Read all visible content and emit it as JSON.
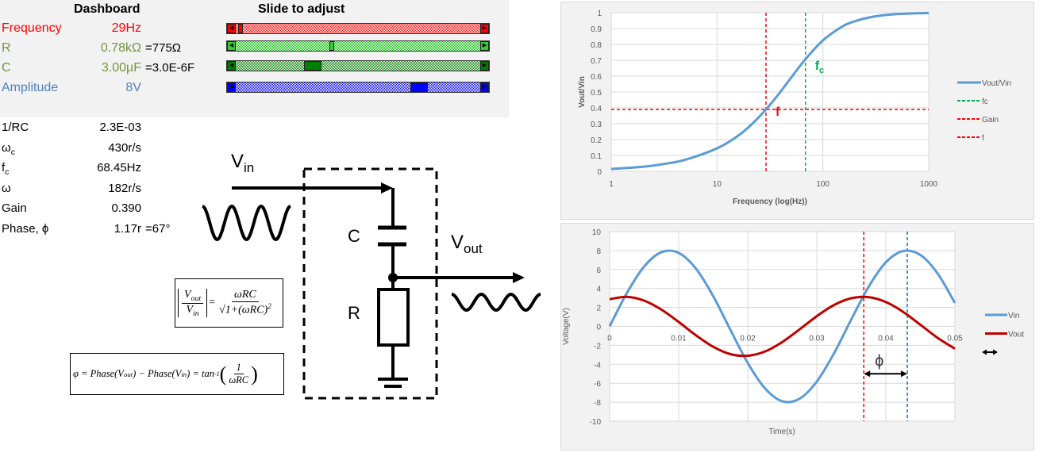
{
  "dashboard": {
    "title": "Dashboard",
    "slider_title": "Slide to adjust",
    "rows": [
      {
        "label": "Frequency",
        "value": "29Hz",
        "extra": "",
        "color": "#ff0000",
        "slider_fraction": 0.01,
        "track": "#ff0000",
        "thumb": "#ff0000"
      },
      {
        "label": "R",
        "value": "0.78kΩ",
        "extra": "=775Ω",
        "color": "#76923c",
        "slider_fraction": 0.39,
        "track": "#00c000",
        "thumb": "#33cc33"
      },
      {
        "label": "C",
        "value": "3.00µF",
        "extra": "=3.0E-6F",
        "color": "#76923c",
        "slider_fraction": 0.3,
        "track": "#008000",
        "thumb": "#008000"
      },
      {
        "label": "Amplitude",
        "value": "8V",
        "extra": "",
        "color": "#4f81bd",
        "slider_fraction": 0.77,
        "track": "#0000ff",
        "thumb": "#0000ff"
      }
    ]
  },
  "params": [
    {
      "label": "1/RC",
      "sub": "",
      "value": "2.3E-03",
      "extra": ""
    },
    {
      "label": "ω",
      "sub": "c",
      "value": "430r/s",
      "extra": ""
    },
    {
      "label": "f",
      "sub": "c",
      "value": "68.45Hz",
      "extra": ""
    },
    {
      "label": "ω",
      "sub": "",
      "value": "182r/s",
      "extra": ""
    },
    {
      "label": "Gain",
      "sub": "",
      "value": "0.390",
      "extra": ""
    },
    {
      "label": "Phase, ϕ",
      "sub": "",
      "value": "1.17r",
      "extra": "=67°"
    }
  ],
  "circuit": {
    "vin_label": "V",
    "vin_sub": "in",
    "vout_label": "V",
    "vout_sub": "out",
    "c_label": "C",
    "r_label": "R"
  },
  "formulas": {
    "gain": {
      "vout": "V",
      "vout_sub": "out",
      "vin": "V",
      "vin_sub": "in",
      "eq": "=",
      "num": "ωRC",
      "den": "1+(ωRC)",
      "sq": "2",
      "root": "√"
    },
    "phase": {
      "lhs": "φ = Phase(V",
      "sub1": "out",
      "mid": ") − Phase(V",
      "sub2": "in",
      "rhs": ") = tan",
      "sup": "-1",
      "num": "1",
      "den": "ωRC"
    }
  },
  "chart_data": [
    {
      "type": "line",
      "title": "",
      "xlabel": "Frequency (log(Hz))",
      "ylabel": "Vout/Vin",
      "xscale": "log",
      "xlim": [
        1,
        1000
      ],
      "ylim": [
        0,
        1
      ],
      "xticks": [
        "1",
        "10",
        "100",
        "1000"
      ],
      "yticks": [
        "0",
        "0.1",
        "0.2",
        "0.3",
        "0.4",
        "0.5",
        "0.6",
        "0.7",
        "0.8",
        "0.9",
        "1"
      ],
      "grid": true,
      "legend_position": "right",
      "series": [
        {
          "name": "Vout/Vin",
          "color": "#5b9bd5",
          "x": [
            1,
            2,
            3,
            5,
            10,
            15,
            20,
            29,
            40,
            50,
            68.45,
            100,
            150,
            200,
            300,
            500,
            1000
          ],
          "y": [
            0.015,
            0.029,
            0.044,
            0.073,
            0.145,
            0.214,
            0.28,
            0.39,
            0.504,
            0.59,
            0.707,
            0.825,
            0.91,
            0.946,
            0.975,
            0.991,
            0.998
          ]
        },
        {
          "name": "fc",
          "color": "#00b050",
          "x_value": 68.45
        },
        {
          "name": "Gain",
          "color": "#ff0000",
          "y_value": 0.39
        },
        {
          "name": "f",
          "color": "#ff0000",
          "x_value": 29
        }
      ],
      "annotations": [
        {
          "text": "f",
          "sub": "c",
          "color": "#00b050"
        },
        {
          "text": "f",
          "sub": "",
          "color": "#ff0000"
        }
      ]
    },
    {
      "type": "line",
      "title": "",
      "xlabel": "Time(s)",
      "ylabel": "Voltage(V)",
      "xlim": [
        0,
        0.05
      ],
      "ylim": [
        -10,
        10
      ],
      "xticks": [
        "0",
        "0.01",
        "0.02",
        "0.03",
        "0.04",
        "0.05"
      ],
      "yticks": [
        "-10",
        "-8",
        "-6",
        "-4",
        "-2",
        "0",
        "2",
        "4",
        "6",
        "8",
        "10"
      ],
      "grid": true,
      "legend_position": "right",
      "x": [
        0,
        0.0025,
        0.005,
        0.0075,
        0.01,
        0.0125,
        0.015,
        0.0175,
        0.02,
        0.0225,
        0.025,
        0.0275,
        0.03,
        0.0325,
        0.035,
        0.0375,
        0.04,
        0.0425,
        0.045,
        0.0475,
        0.05
      ],
      "series": [
        {
          "name": "Vin",
          "color": "#5b9bd5",
          "y": [
            0,
            3.52,
            6.32,
            7.83,
            7.75,
            6.09,
            3.19,
            -0.38,
            -3.86,
            -6.54,
            -7.9,
            -7.63,
            -5.82,
            -2.83,
            0.75,
            4.18,
            6.76,
            7.95,
            7.53,
            5.58,
            2.47
          ]
        },
        {
          "name": "Vout",
          "color": "#c00000",
          "y": [
            2.87,
            3.12,
            2.72,
            1.77,
            0.47,
            -0.94,
            -2.15,
            -2.93,
            -3.1,
            -2.65,
            -1.65,
            -0.32,
            1.08,
            2.26,
            2.97,
            3.09,
            2.57,
            1.53,
            0.17,
            -1.21,
            -2.36
          ]
        },
        {
          "name": "",
          "color": "#000000",
          "legend_symbol": "double-arrow"
        }
      ],
      "markers": [
        {
          "name": "vout-peak",
          "x_value": 0.0368,
          "color": "#ff0000"
        },
        {
          "name": "vin-peak",
          "x_value": 0.0431,
          "color": "#0070c0"
        }
      ],
      "phase_arrow": {
        "from": 0.0368,
        "to": 0.0431,
        "y": -5,
        "label": "ϕ"
      }
    }
  ]
}
